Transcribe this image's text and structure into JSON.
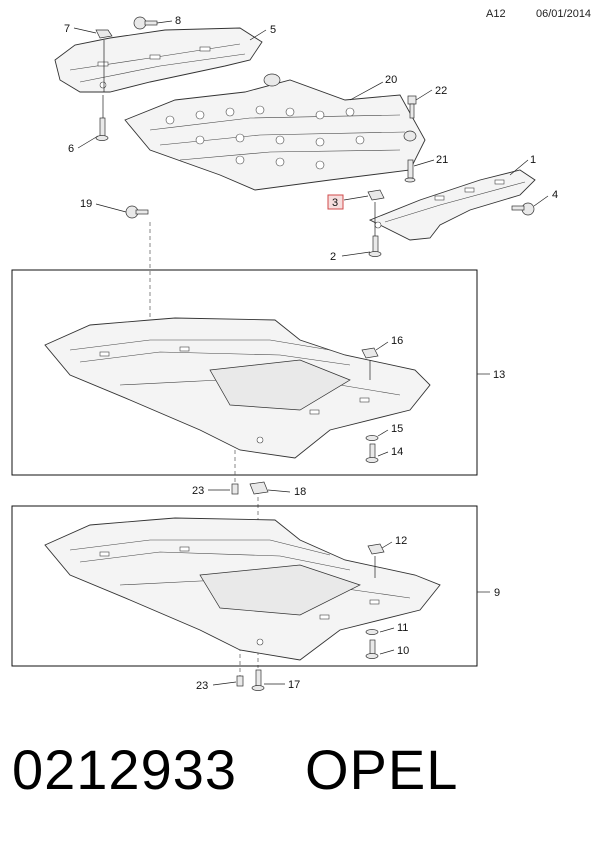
{
  "header": {
    "code": "A12",
    "date": "06/01/2014"
  },
  "footer": {
    "part_number": "0212933",
    "brand": "OPEL"
  },
  "callouts": [
    "1",
    "2",
    "3",
    "4",
    "5",
    "6",
    "7",
    "8",
    "9",
    "10",
    "11",
    "12",
    "13",
    "14",
    "15",
    "16",
    "17",
    "18",
    "19",
    "20",
    "21",
    "22",
    "23",
    "23"
  ],
  "highlight": {
    "label": "3",
    "color": "#d04a4a"
  }
}
